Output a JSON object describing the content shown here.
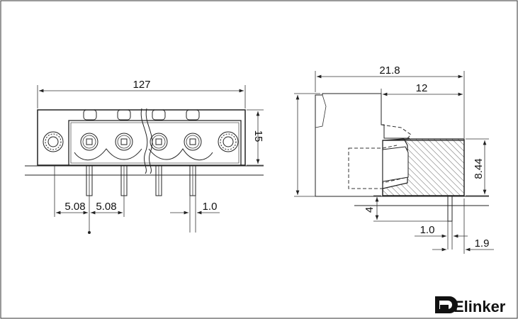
{
  "front_view": {
    "dim_width": "127",
    "dim_height": "15",
    "dim_pitch_left": "5.08",
    "dim_pitch_right": "5.08",
    "dim_pin": "1.0"
  },
  "side_view": {
    "dim_depth": "21.8",
    "dim_plug": "12",
    "dim_height": "8.44",
    "dim_pin_length": "4",
    "dim_pin_width": "1.0",
    "dim_offset": "1.9"
  },
  "brand": {
    "name": "Elinker"
  }
}
